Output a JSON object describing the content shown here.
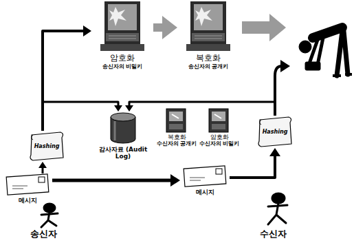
{
  "diagram": {
    "nodes": [
      {
        "text": [
          "암호화",
          "송신자의 비밀키"
        ]
      },
      {
        "text": [
          "복호화",
          "송신자의 공개키"
        ]
      },
      {
        "text": [
          "Hashing"
        ]
      },
      {
        "text": [
          "감사자료 (Audit Log)"
        ]
      },
      {
        "text": [
          "복호화",
          "수신자의 공개키"
        ]
      },
      {
        "text": [
          "암호화",
          "수신자의 비밀키"
        ]
      },
      {
        "text": [
          "Hashing"
        ]
      },
      {
        "text": [
          "메시지"
        ]
      },
      {
        "text": [
          "메시지"
        ]
      }
    ],
    "edges": [
      {
        "from": 0,
        "to": 1,
        "arrow": "to"
      },
      {
        "from": 7,
        "to": 2,
        "arrow": "to"
      },
      {
        "from": 2,
        "to": 0,
        "arrow": "to"
      },
      {
        "from": 2,
        "to": 3,
        "arrow": "to"
      },
      {
        "from": 6,
        "to": 3,
        "arrow": "to"
      },
      {
        "from": 7,
        "to": 8,
        "arrow": "to"
      },
      {
        "from": 8,
        "to": 6,
        "arrow": "to"
      }
    ],
    "labels": [
      "송신자",
      "수신자"
    ]
  }
}
